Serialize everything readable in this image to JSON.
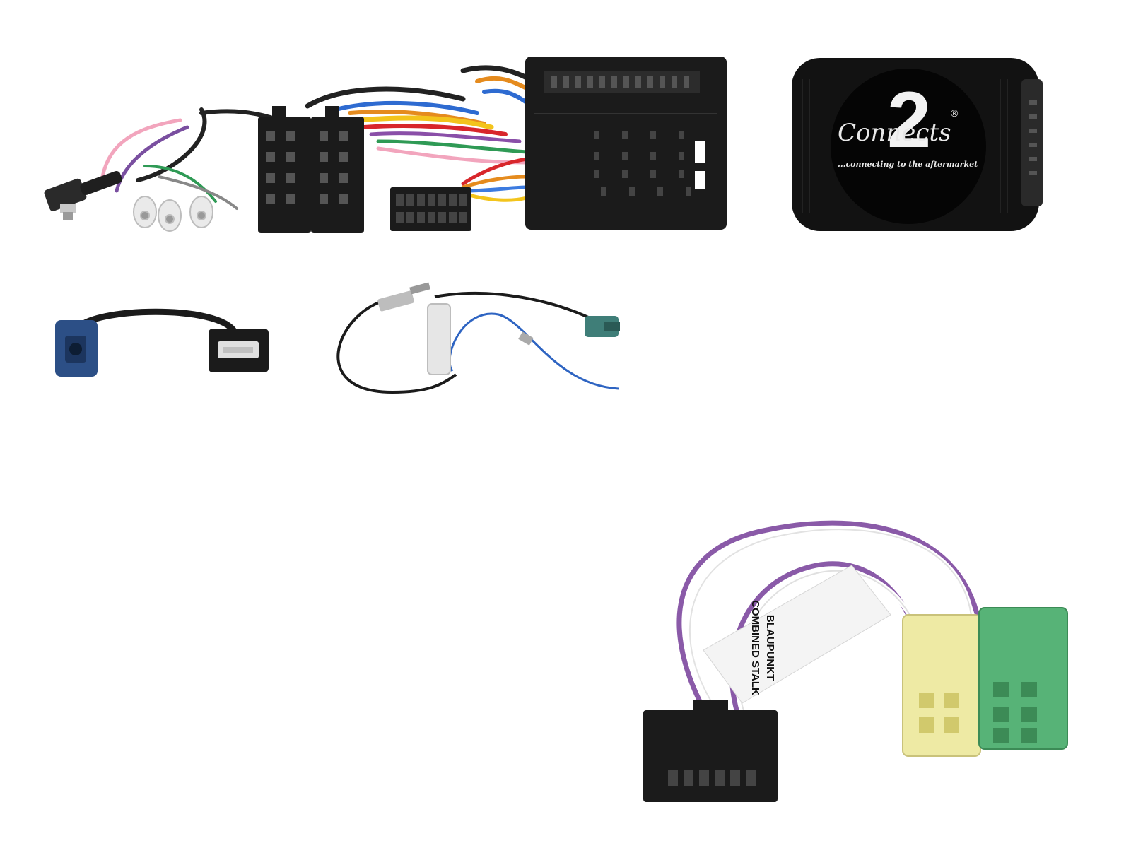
{
  "interface_box": {
    "brand": {
      "numeral": "2",
      "wordmark": "Connects",
      "registered": "®",
      "tagline": "...connecting to the aftermarket"
    }
  },
  "stalk_lead": {
    "label_line_1": "BLAUPUNKT",
    "label_line_2": "COMBINED STALK"
  },
  "colors": {
    "connector_black": "#1b1b1b",
    "fakra_blue": "#2c4f86",
    "fakra_green": "#3f7e78",
    "iso_yellow": "#eeeaa4",
    "iso_green": "#57b377",
    "wire_purple": "#8a5aa8"
  }
}
